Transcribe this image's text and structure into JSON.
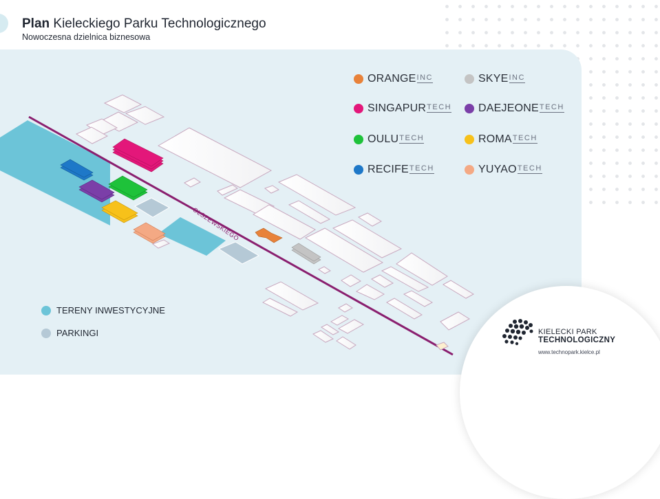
{
  "header": {
    "title_bold": "Plan",
    "title_rest": "Kieleckiego Parku Technologicznego",
    "subtitle": "Nowoczesna dzielnica biznesowa"
  },
  "street_label": "OLSZEWSKIEGO",
  "companies": [
    {
      "name": "ORANGE",
      "suffix": "INC",
      "color": "#e8823a"
    },
    {
      "name": "SKYE",
      "suffix": "INC",
      "color": "#c4c4c4"
    },
    {
      "name": "SINGAPUR",
      "suffix": "TECH",
      "color": "#e3177a"
    },
    {
      "name": "DAEJEONE",
      "suffix": "TECH",
      "color": "#7b3fa8"
    },
    {
      "name": "OULU",
      "suffix": "TECH",
      "color": "#1ec23a"
    },
    {
      "name": "ROMA",
      "suffix": "TECH",
      "color": "#f7c11a"
    },
    {
      "name": "RECIFE",
      "suffix": "TECH",
      "color": "#1e78c8"
    },
    {
      "name": "YUYAO",
      "suffix": "TECH",
      "color": "#f4a984"
    }
  ],
  "map_legend": [
    {
      "label": "TERENY INWESTYCYJNE",
      "color": "#6cc4d8"
    },
    {
      "label": "PARKINGI",
      "color": "#b5c9d6"
    }
  ],
  "logo": {
    "line1": "KIELECKI PARK",
    "line2": "TECHNOLOGICZNY",
    "url": "www.technopark.kielce.pl"
  },
  "colors": {
    "panel": "#e4f0f5",
    "road": "#8a1f6f",
    "building_outline": "#c8a8bf",
    "investment_land": "#6cc4d8",
    "parking": "#b5c9d6"
  }
}
